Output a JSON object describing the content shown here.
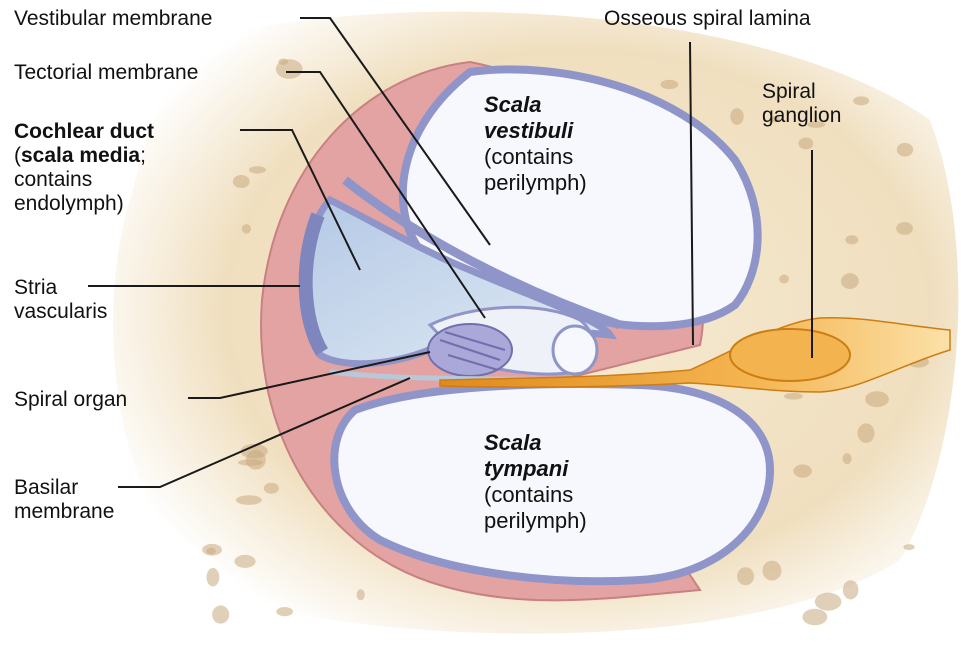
{
  "labels": {
    "vestibular_membrane": "Vestibular membrane",
    "tectorial_membrane": "Tectorial membrane",
    "cochlear_duct": {
      "line1_bold": "Cochlear duct",
      "line2_open": "(",
      "line2_bold": "scala media",
      "line2_tail": ";",
      "line3": "contains",
      "line4": "endolymph)"
    },
    "stria_vascularis": [
      "Stria",
      "vascularis"
    ],
    "spiral_organ": "Spiral organ",
    "basilar_membrane": [
      "Basilar",
      "membrane"
    ],
    "osseous_spiral_lamina": "Osseous spiral lamina",
    "spiral_ganglion": [
      "Spiral",
      "ganglion"
    ],
    "scala_vestibuli": [
      "Scala",
      "vestibuli",
      "(contains",
      "perilymph)"
    ],
    "scala_tympani": [
      "Scala",
      "tympani",
      "(contains",
      "perilymph)"
    ]
  },
  "colors": {
    "bone": "#f0dfbf",
    "bone_pore": "#c9a97f",
    "wall_pink": "#e3a3a3",
    "chamber_fill": "#f6f8fd",
    "epithelium": "#8f95c8",
    "duct_fill": "#c6d9ea",
    "nerve": "#f2a63a",
    "leader": "#1a1a1a"
  }
}
